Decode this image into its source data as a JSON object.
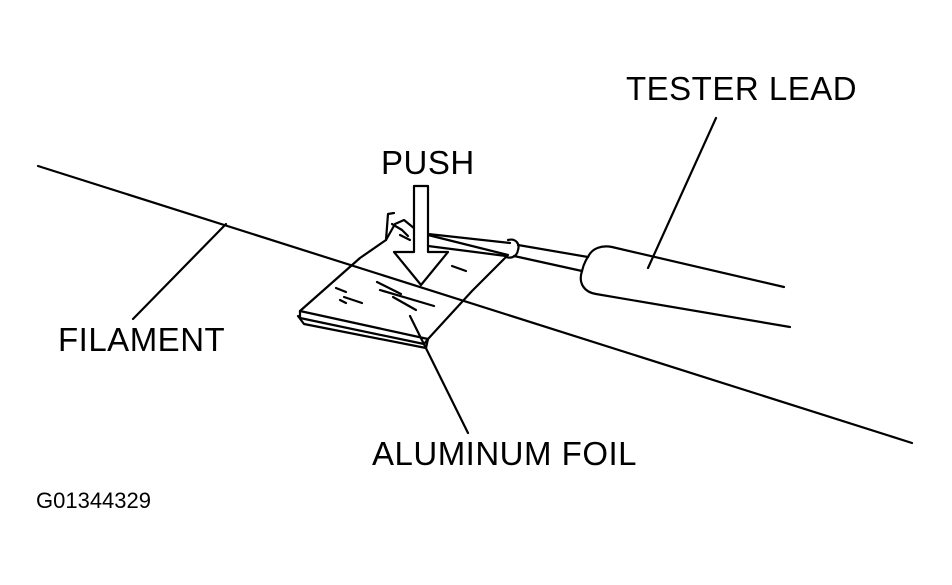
{
  "labels": {
    "tester_lead": "TESTER LEAD",
    "push": "PUSH",
    "filament": "FILAMENT",
    "aluminum_foil": "ALUMINUM FOIL",
    "figure_code": "G01344329"
  },
  "colors": {
    "ink": "#000000",
    "background": "#ffffff"
  }
}
